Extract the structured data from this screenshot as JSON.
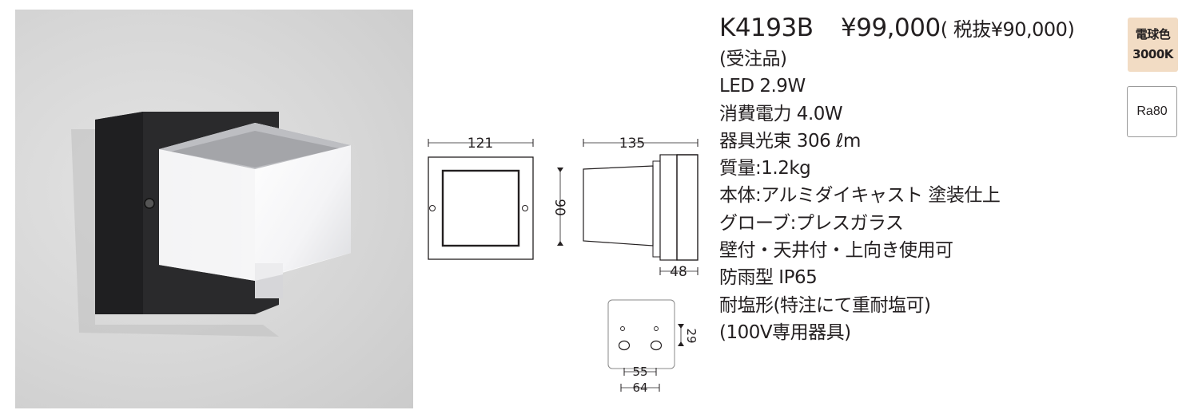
{
  "product": {
    "model": "K4193B",
    "price": "¥99,000",
    "price_tax_excl": "( 税抜¥90,000)"
  },
  "specs": [
    "(受注品)",
    "LED 2.9W",
    "消費電力 4.0W",
    "器具光束 306 ℓm",
    "質量:1.2kg",
    "本体:アルミダイキャスト 塗装仕上",
    "グローブ:プレスガラス",
    "壁付・天井付・上向き使用可",
    "防雨型 IP65",
    "耐塩形(特注にて重耐塩可)",
    "(100V専用器具)"
  ],
  "badges": {
    "color_temp_line1": "電球色",
    "color_temp_line2": "3000K",
    "color_temp_bg": "#f2dcc4",
    "ra": "Ra80"
  },
  "dimensions": {
    "front_width": "121",
    "side_depth": "135",
    "height": "90",
    "base_depth": "48",
    "mount_hole_offset": "29",
    "mount_inner": "55",
    "mount_outer": "64"
  },
  "colors": {
    "body": "#2b2b2d",
    "line": "#231f20"
  }
}
